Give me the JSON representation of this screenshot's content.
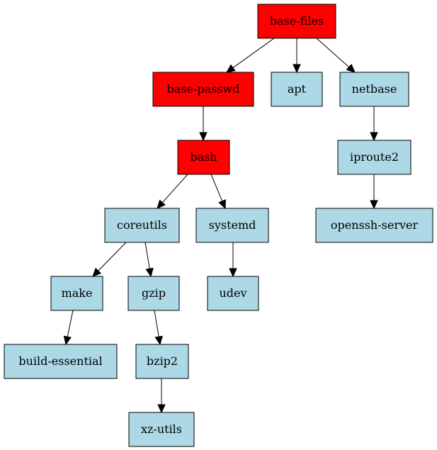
{
  "graph": {
    "colors": {
      "highlight": "#ff0000",
      "default": "#add8e6",
      "border": "#000000",
      "edge": "#000000"
    },
    "nodes": [
      {
        "id": "base-files",
        "label": "base-files",
        "style": "highlight"
      },
      {
        "id": "base-passwd",
        "label": "base-passwd",
        "style": "highlight"
      },
      {
        "id": "apt",
        "label": "apt",
        "style": "default"
      },
      {
        "id": "netbase",
        "label": "netbase",
        "style": "default"
      },
      {
        "id": "bash",
        "label": "bash",
        "style": "highlight"
      },
      {
        "id": "iproute2",
        "label": "iproute2",
        "style": "default"
      },
      {
        "id": "coreutils",
        "label": "coreutils",
        "style": "default"
      },
      {
        "id": "systemd",
        "label": "systemd",
        "style": "default"
      },
      {
        "id": "openssh-server",
        "label": "openssh-server",
        "style": "default"
      },
      {
        "id": "make",
        "label": "make",
        "style": "default"
      },
      {
        "id": "gzip",
        "label": "gzip",
        "style": "default"
      },
      {
        "id": "udev",
        "label": "udev",
        "style": "default"
      },
      {
        "id": "build-essential",
        "label": "build-essential",
        "style": "default"
      },
      {
        "id": "bzip2",
        "label": "bzip2",
        "style": "default"
      },
      {
        "id": "xz-utils",
        "label": "xz-utils",
        "style": "default"
      }
    ],
    "edges": [
      {
        "from": "base-files",
        "to": "base-passwd"
      },
      {
        "from": "base-files",
        "to": "apt"
      },
      {
        "from": "base-files",
        "to": "netbase"
      },
      {
        "from": "base-passwd",
        "to": "bash"
      },
      {
        "from": "netbase",
        "to": "iproute2"
      },
      {
        "from": "iproute2",
        "to": "openssh-server"
      },
      {
        "from": "bash",
        "to": "coreutils"
      },
      {
        "from": "bash",
        "to": "systemd"
      },
      {
        "from": "coreutils",
        "to": "make"
      },
      {
        "from": "coreutils",
        "to": "gzip"
      },
      {
        "from": "systemd",
        "to": "udev"
      },
      {
        "from": "make",
        "to": "build-essential"
      },
      {
        "from": "gzip",
        "to": "bzip2"
      },
      {
        "from": "bzip2",
        "to": "xz-utils"
      }
    ]
  }
}
